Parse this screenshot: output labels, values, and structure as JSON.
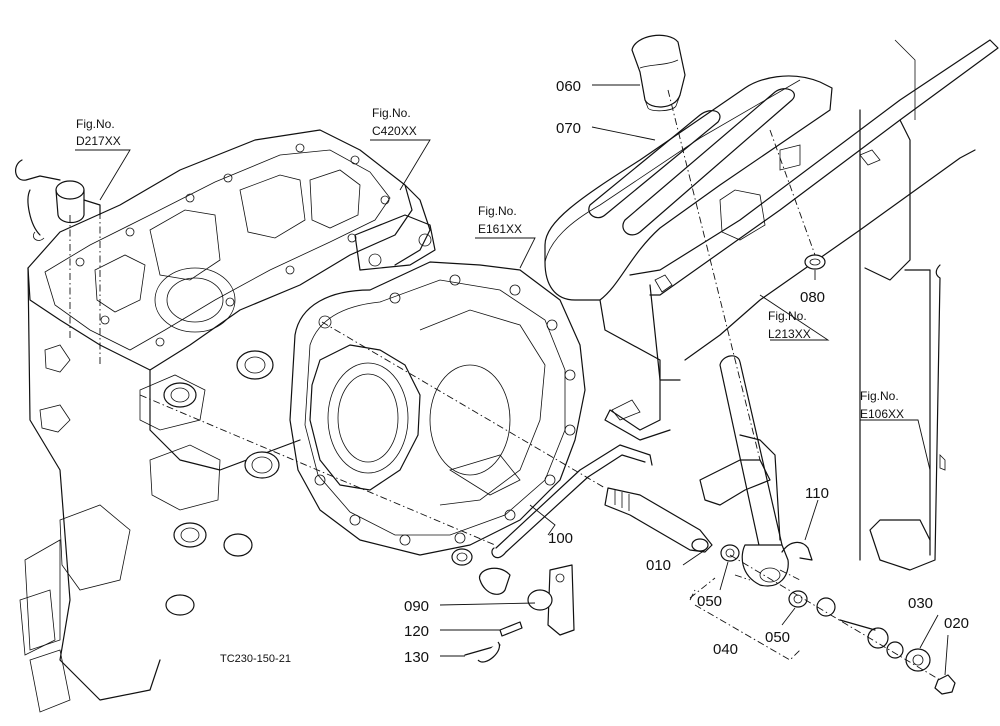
{
  "diagram": {
    "caption": "TC230-150-21",
    "fig_refs": [
      {
        "line1": "Fig.No.",
        "line2": "D217XX"
      },
      {
        "line1": "Fig.No.",
        "line2": "C420XX"
      },
      {
        "line1": "Fig.No.",
        "line2": "E161XX"
      },
      {
        "line1": "Fig.No.",
        "line2": "L213XX"
      },
      {
        "line1": "Fig.No.",
        "line2": "E106XX"
      }
    ],
    "part_labels": [
      "060",
      "070",
      "080",
      "110",
      "100",
      "010",
      "050",
      "050",
      "040",
      "030",
      "020",
      "090",
      "120",
      "130"
    ]
  }
}
